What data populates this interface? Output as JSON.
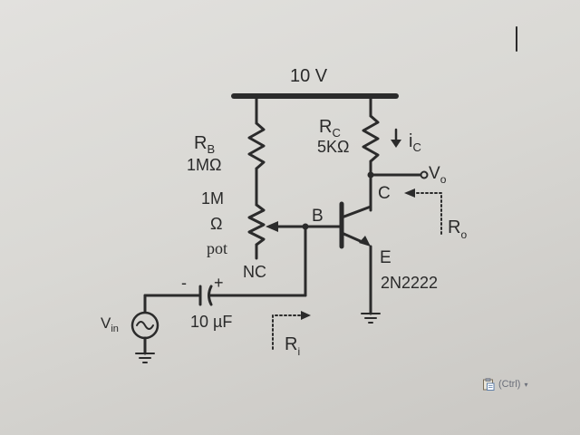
{
  "circuit": {
    "supply": "10 V",
    "rb_symbol": "R",
    "rb_sub": "B",
    "rb_value": "1MΩ",
    "rc_symbol": "R",
    "rc_sub": "C",
    "rc_value": "5KΩ",
    "ic_symbol": "i",
    "ic_sub": "C",
    "pot_line1": "1M",
    "pot_line2": "Ω",
    "pot_line3": "pot",
    "nc": "NC",
    "base": "B",
    "collector": "C",
    "emitter": "E",
    "transistor": "2N2222",
    "vo_symbol": "V",
    "vo_sub": "o",
    "ro_symbol": "R",
    "ro_sub": "o",
    "ri_symbol": "R",
    "ri_sub": "i",
    "vin_symbol": "V",
    "vin_sub": "in",
    "cap_minus": "-",
    "cap_plus": "+",
    "cap_value": "10 µF"
  },
  "paste_options": {
    "label": "(Ctrl)",
    "icon": "clipboard-icon"
  },
  "colors": {
    "wire": "#2b2b2b",
    "background": "#d9d8d4"
  }
}
